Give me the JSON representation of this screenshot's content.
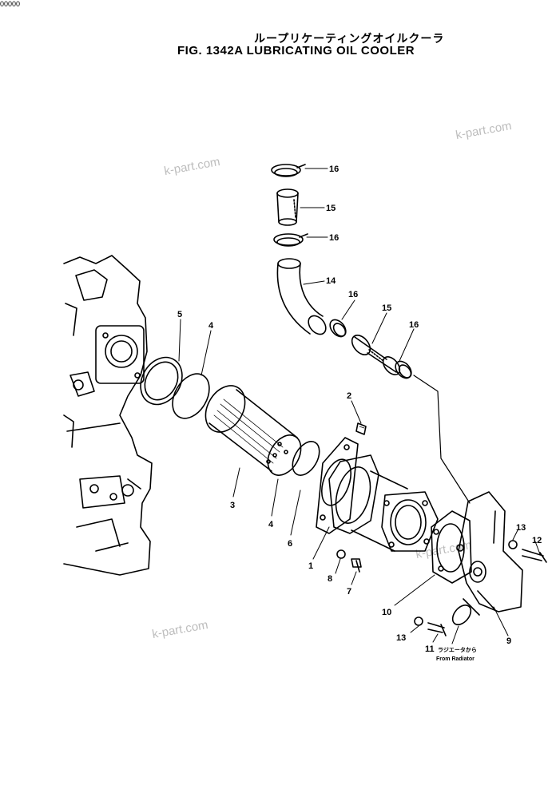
{
  "header": {
    "corner_mark": "00000",
    "title_jp": "ループリケーティングオイルクーラ",
    "title_en": "FIG. 1342A  LUBRICATING OIL COOLER"
  },
  "watermarks": [
    "k-part.com",
    "k-part.com",
    "k-part.com",
    "k-part.com"
  ],
  "callouts": [
    "16",
    "15",
    "16",
    "14",
    "16",
    "15",
    "16",
    "5",
    "4",
    "2",
    "3",
    "4",
    "6",
    "1",
    "8",
    "7",
    "10",
    "13",
    "11",
    "9",
    "13",
    "12"
  ],
  "flow_note": {
    "jp": "ラジエータから",
    "en": "From Radiator"
  }
}
